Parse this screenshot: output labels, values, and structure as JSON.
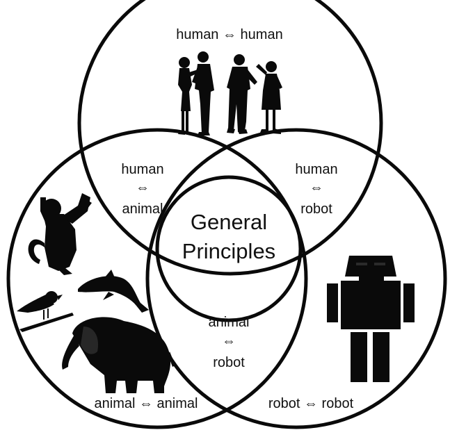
{
  "diagram": {
    "type": "venn",
    "sets": [
      {
        "label": "human ⇔ human",
        "silhouette": "people-conversing-icon"
      },
      {
        "label": "animal ⇔ animal",
        "silhouette": "animals-icon"
      },
      {
        "label": "robot ⇔ robot",
        "silhouette": "robot-icon"
      }
    ],
    "intersections": {
      "human_animal": {
        "line1": "human",
        "arrow": "⇔",
        "line2": "animal"
      },
      "human_robot": {
        "line1": "human",
        "arrow": "⇔",
        "line2": "robot"
      },
      "animal_robot": {
        "line1": "animal",
        "arrow": "⇔",
        "line2": "robot"
      }
    },
    "center": {
      "line1": "General",
      "line2": "Principles"
    },
    "colors": {
      "stroke": "#0a0a0a",
      "fill": "#0a0a0a",
      "background": "#ffffff"
    }
  }
}
